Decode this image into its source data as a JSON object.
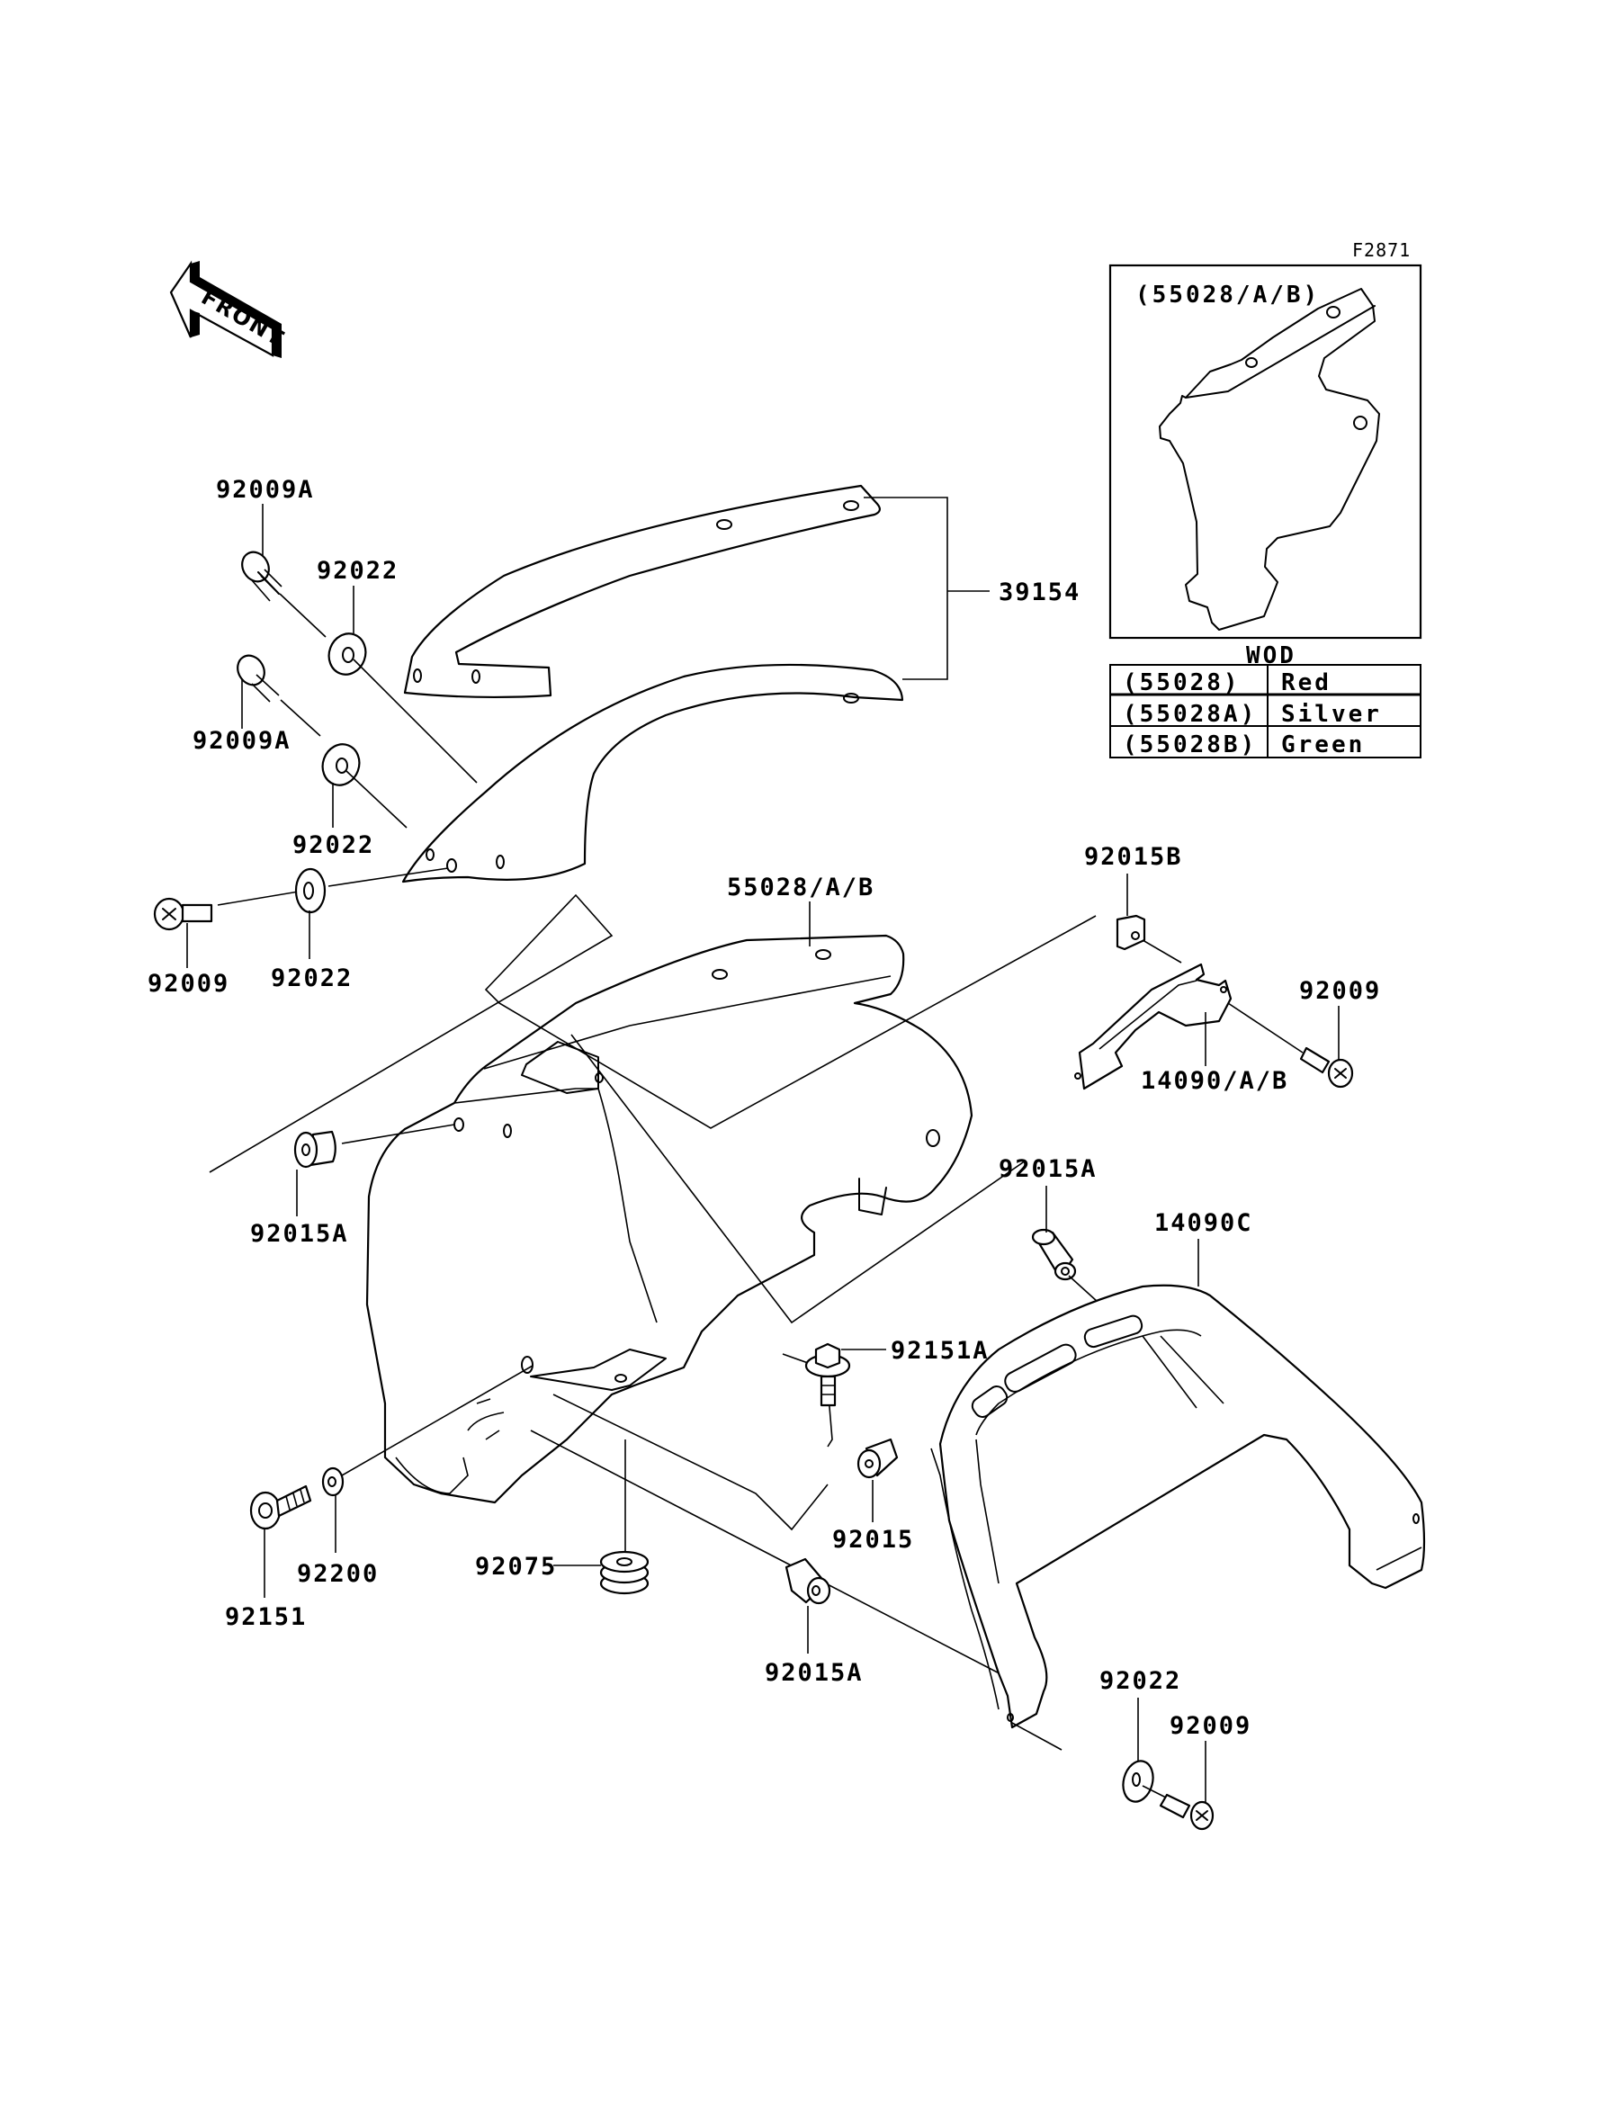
{
  "figure_id": "F2871",
  "front_indicator": "FRONT",
  "inset": {
    "title": "(55028/A/B)"
  },
  "wod_table": {
    "header": "WOD",
    "rows": [
      {
        "part": "(55028)",
        "color": "Red"
      },
      {
        "part": "(55028A)",
        "color": "Silver"
      },
      {
        "part": "(55028B)",
        "color": "Green"
      }
    ]
  },
  "callouts": {
    "bolt_92009A_upper": "92009A",
    "washer_92022_upper": "92022",
    "bolt_92009A_lower": "92009A",
    "washer_92022_mid": "92022",
    "bolt_92009_left": "92009",
    "washer_92022_left": "92022",
    "seat_39154": "39154",
    "cowl_55028": "55028/A/B",
    "nut_92015B": "92015B",
    "bracket_14090": "14090/A/B",
    "bolt_92009_right": "92009",
    "collar_92015A_left": "92015A",
    "collar_92015A_right": "92015A",
    "cover_14090C": "14090C",
    "bolt_92151A": "92151A",
    "collar_92015": "92015",
    "bolt_92151": "92151",
    "washer_92200": "92200",
    "grommet_92075": "92075",
    "collar_92015A_bottom": "92015A",
    "washer_92022_bottom": "92022",
    "bolt_92009_bottom": "92009"
  }
}
